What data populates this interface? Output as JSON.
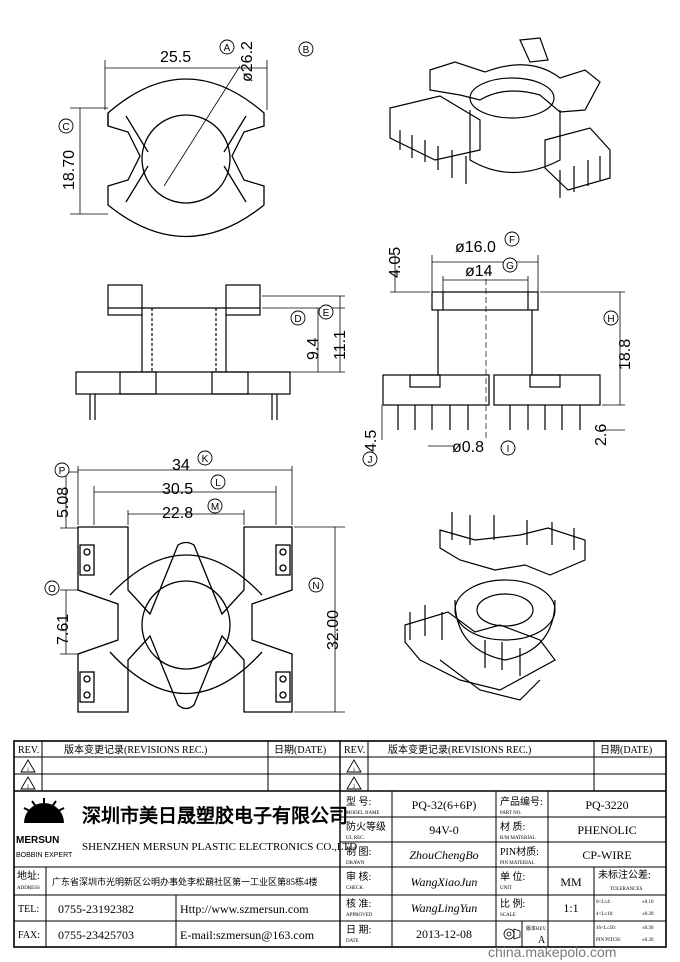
{
  "dimensions": {
    "top_width": "25.5",
    "top_diameter": "ø26.2",
    "top_height": "18.70",
    "pin_height": "4.05",
    "dia_outer": "ø16.0",
    "dia_inner": "ø14",
    "side_d": "9.4",
    "side_e": "11.1",
    "total_height": "18.8",
    "pin_len": "4.5",
    "pin_dia": "ø0.8",
    "pin_stub": "2.6",
    "overall_width": "34",
    "mid_width": "30.5",
    "inner_width": "22.8",
    "pin_span": "5.08",
    "pin_pitch": "7.61",
    "bottom_height": "32.00"
  },
  "markers": [
    "A",
    "B",
    "C",
    "D",
    "E",
    "F",
    "G",
    "H",
    "I",
    "J",
    "K",
    "L",
    "M",
    "N",
    "O",
    "P"
  ],
  "revisions": {
    "rev_label": "REV.",
    "record_label": "版本变更记录(REVISIONS REC.)",
    "date_label": "日期(DATE)",
    "rows": [
      "1",
      "2"
    ]
  },
  "company": {
    "cn_name": "深圳市美日晟塑胶电子有限公司",
    "en_name": "SHENZHEN MERSUN PLASTIC ELECTRONICS CO.,LTD",
    "logo_text": "MERSUN",
    "logo_sub": "BOBBIN EXPERT",
    "address_label": "地址:",
    "address_sub": "ADDRESS",
    "address": "广东省深圳市光明新区公明办事处李松蓢社区第一工业区第85栋4楼",
    "tel_label": "TEL:",
    "tel": "0755-23192382",
    "fax_label": "FAX:",
    "fax": "0755-23425703",
    "http": "Http://www.szmersun.com",
    "email": "E-mail:szmersun@163.com"
  },
  "spec": {
    "model_label": "型  号:",
    "model_sub": "MODEL NAME",
    "model": "PQ-32(6+6P)",
    "ul_label": "防火等级",
    "ul_sub": "UL REC.",
    "ul": "94V-0",
    "drawn_label": "制  图:",
    "drawn_sub": "DRAWN",
    "drawn": "ZhouChengBo",
    "check_label": "审  核:",
    "check_sub": "CHECK",
    "check": "WangXiaoJun",
    "approved_label": "核  准:",
    "approved_sub": "APPROVED",
    "approved": "WangLingYun",
    "date_label": "日  期:",
    "date_sub": "DATE",
    "date": "2013-12-08",
    "part_label": "产品编号:",
    "part_sub": "PART NO.",
    "part": "PQ-3220",
    "material_label": "材  质:",
    "material_sub": "B/M MATERIAL",
    "material": "PHENOLIC",
    "pin_material_label": "PIN材质:",
    "pin_material_sub": "PIN MATERIAL",
    "pin_material": "CP-WIRE",
    "unit_label": "单  位:",
    "unit_sub": "UNIT",
    "unit": "MM",
    "scale_label": "比  例:",
    "scale_sub": "SCALE",
    "scale": "1:1",
    "version_label": "版本REV.",
    "version": "A",
    "tolerances_label": "未标注公差:",
    "tolerances_sub": "TOLERANCES",
    "tol_1": "0<L≤4:",
    "tol_1v": "±0.10",
    "tol_2": "4<L≤16:",
    "tol_2v": "±0.20",
    "tol_3": "16<L≤50:",
    "tol_3v": "±0.30",
    "tol_4": "PIN PITCH:",
    "tol_4v": "±0.20"
  },
  "watermark": "china.makepolo.com"
}
